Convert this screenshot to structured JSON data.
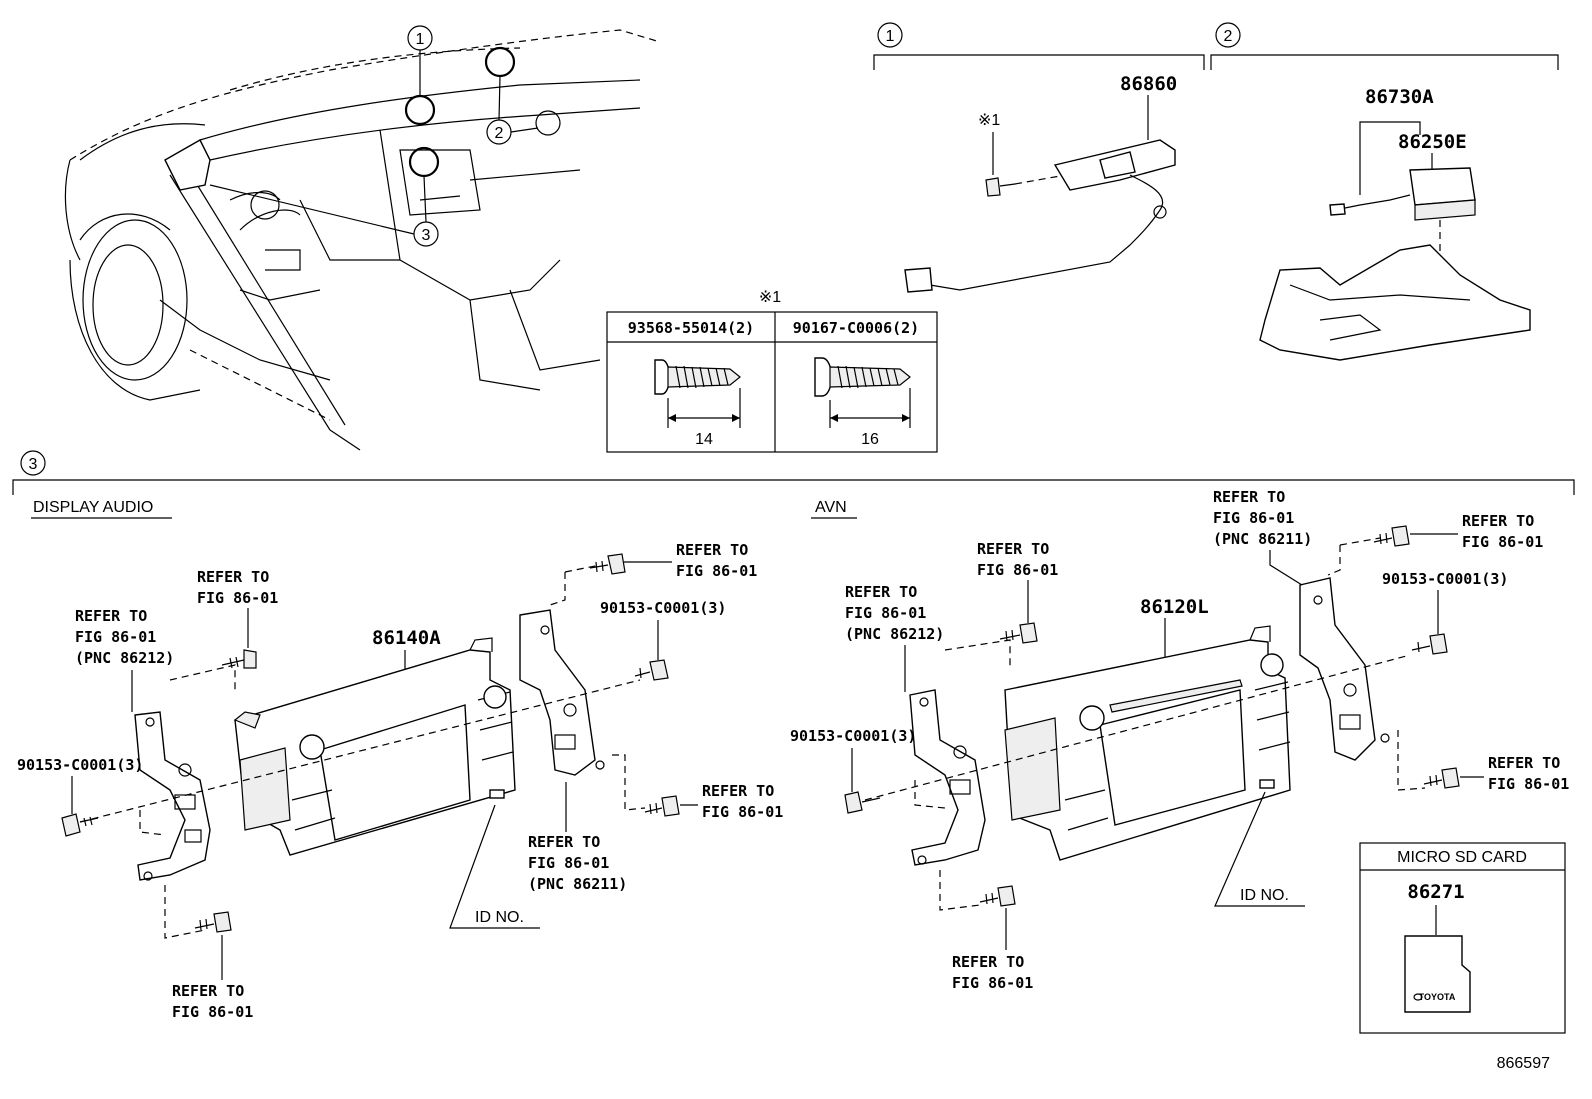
{
  "overview": {
    "callouts": [
      "1",
      "2",
      "3"
    ]
  },
  "section1": {
    "marker": "1",
    "part": "86860",
    "note": "※1"
  },
  "section2": {
    "marker": "2",
    "part_top": "86730A",
    "part_sub": "86250E"
  },
  "fastener_table": {
    "title": "※1",
    "columns": [
      {
        "part": "93568-55014(2)",
        "length": "14"
      },
      {
        "part": "90167-C0006(2)",
        "length": "16"
      }
    ]
  },
  "section3": {
    "marker": "3",
    "display_audio": {
      "title": "DISPLAY AUDIO",
      "unit": "86140A",
      "bolt": "90153-C0001(3)",
      "bolt_right": "90153-C0001(3)",
      "id_no": "ID NO.",
      "refer_top": [
        "REFER TO",
        "FIG 86-01"
      ],
      "refer_left": [
        "REFER TO",
        "FIG 86-01",
        "(PNC 86212)"
      ],
      "refer_top_right": [
        "REFER TO",
        "FIG 86-01"
      ],
      "refer_right": [
        "REFER TO",
        "FIG 86-01"
      ],
      "refer_bottom_right": [
        "REFER TO",
        "FIG 86-01",
        "(PNC 86211)"
      ],
      "refer_bottom": [
        "REFER TO",
        "FIG 86-01"
      ]
    },
    "avn": {
      "title": "AVN",
      "unit": "86120L",
      "bolt_left": "90153-C0001(3)",
      "bolt_right": "90153-C0001(3)",
      "id_no": "ID NO.",
      "refer_left": [
        "REFER TO",
        "FIG 86-01",
        "(PNC 86212)"
      ],
      "refer_top": [
        "REFER TO",
        "FIG 86-01"
      ],
      "refer_top_right_pnc": [
        "REFER TO",
        "FIG 86-01",
        "(PNC 86211)"
      ],
      "refer_far_right": [
        "REFER TO",
        "FIG 86-01"
      ],
      "refer_right": [
        "REFER TO",
        "FIG 86-01"
      ],
      "refer_bottom": [
        "REFER TO",
        "FIG 86-01"
      ]
    },
    "sd_card": {
      "title": "MICRO SD CARD",
      "part": "86271",
      "brand": "TOYOTA"
    }
  },
  "figure_id": "866597"
}
